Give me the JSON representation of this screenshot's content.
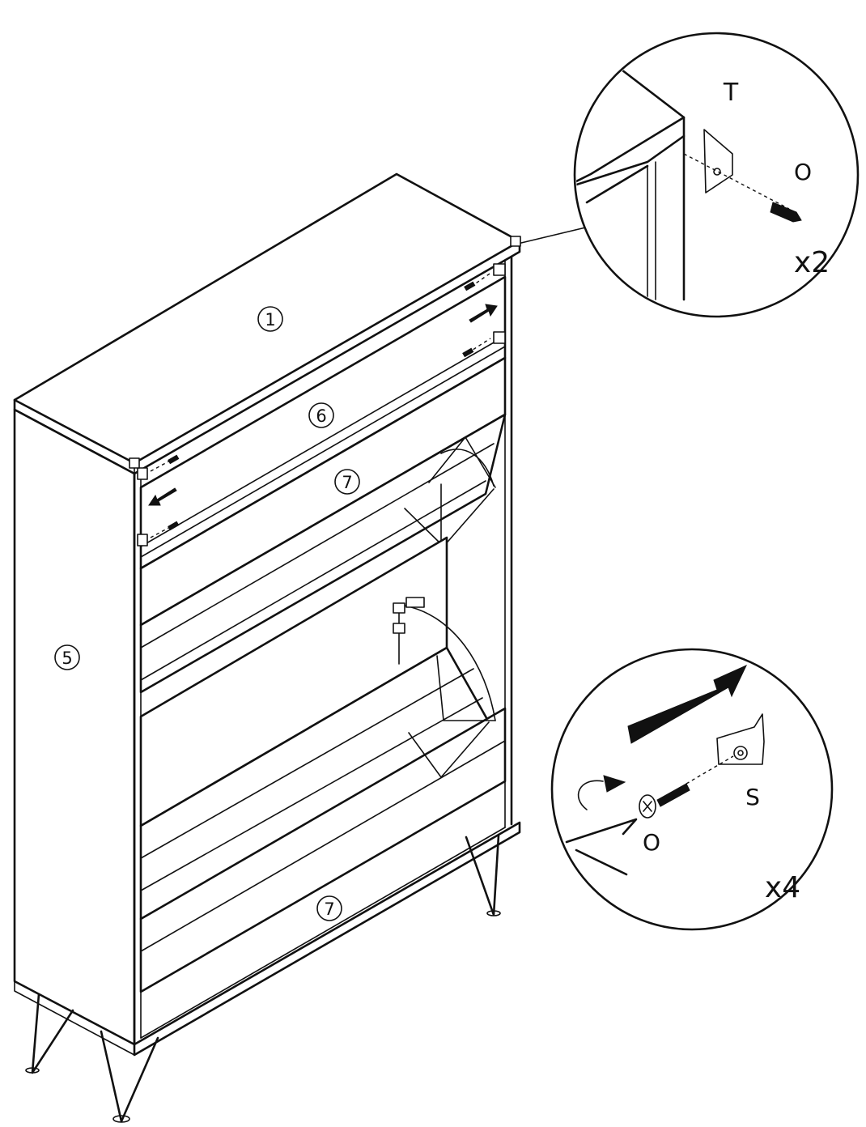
{
  "part_callouts": {
    "top_panel": "1",
    "side_panel": "5",
    "front_rail": "6",
    "flap_upper": "7",
    "flap_lower": "7"
  },
  "detail_top": {
    "fitting_label": "T",
    "screw_label": "O",
    "quantity": "x2"
  },
  "detail_bottom": {
    "fitting_label": "S",
    "screw_label": "O",
    "quantity": "x4"
  }
}
